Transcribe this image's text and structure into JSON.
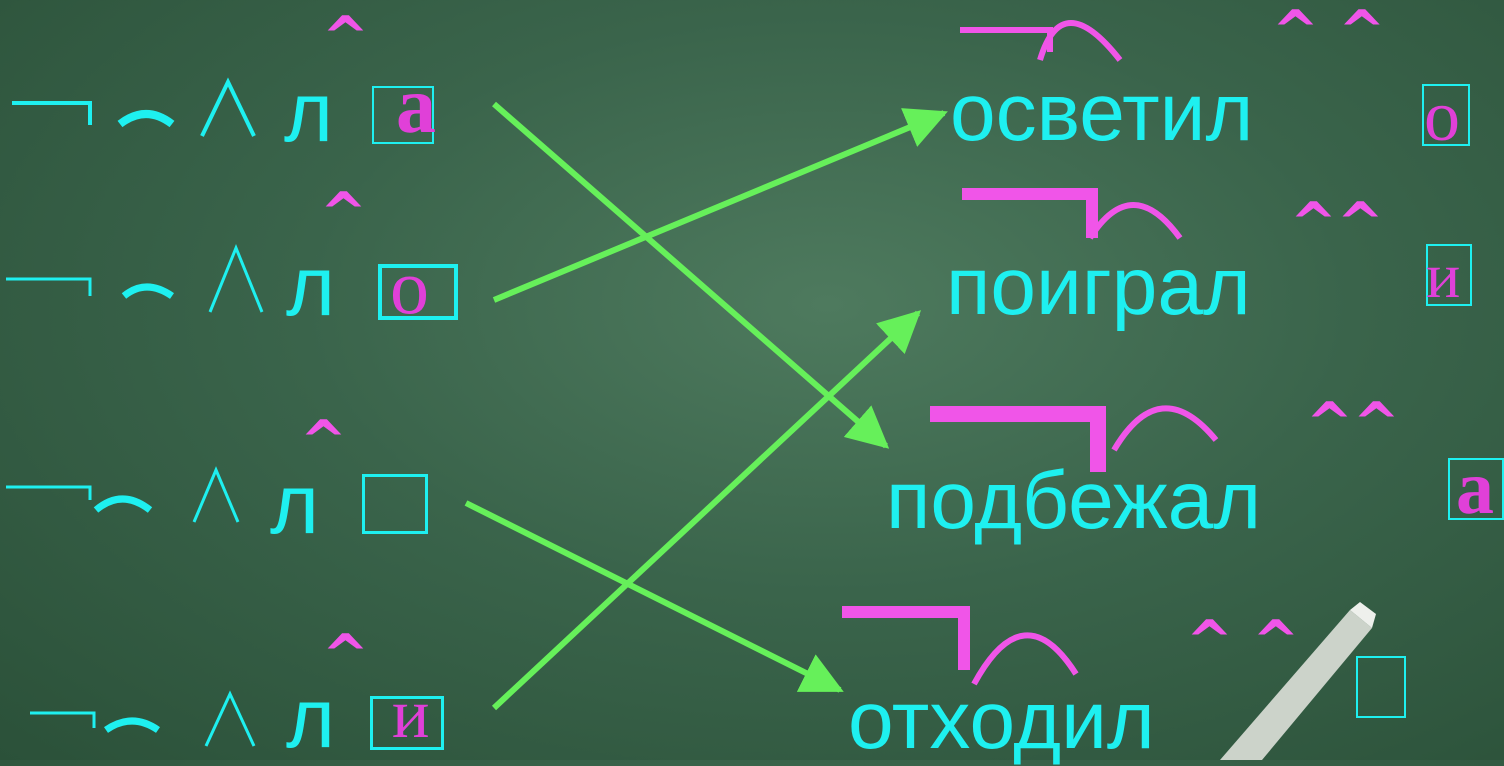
{
  "left_rows": [
    {
      "root_letter": "л",
      "vowel": "а",
      "caret": "^"
    },
    {
      "root_letter": "л",
      "vowel": "о",
      "caret": "^"
    },
    {
      "root_letter": "л",
      "vowel": "",
      "caret": "^"
    },
    {
      "root_letter": "л",
      "vowel": "и",
      "caret": "^"
    }
  ],
  "right_rows": [
    {
      "word": "осветил",
      "carets": "^ ^",
      "vowel": "о"
    },
    {
      "word": "поиграл",
      "carets": "^^",
      "vowel": "и"
    },
    {
      "word": "подбежал",
      "carets": "^^",
      "vowel": "а"
    },
    {
      "word": "отходил",
      "carets": "^ ^",
      "vowel": ""
    }
  ],
  "colors": {
    "text": "#1ef0f0",
    "marks": "#f055e8",
    "arrows": "#66f05a",
    "board": "#3a644b"
  },
  "matches": [
    {
      "from": 1,
      "to": 3
    },
    {
      "from": 2,
      "to": 1
    },
    {
      "from": 3,
      "to": 4
    },
    {
      "from": 4,
      "to": 2
    }
  ]
}
